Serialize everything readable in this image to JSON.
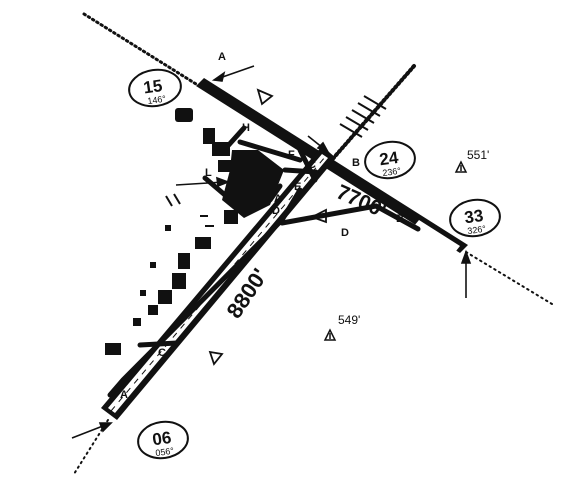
{
  "runways": {
    "main_length": "8800'",
    "cross_length": "7700'"
  },
  "runway_ends": [
    {
      "id": "15",
      "number": "15",
      "heading": "146°"
    },
    {
      "id": "24",
      "number": "24",
      "heading": "236°"
    },
    {
      "id": "33",
      "number": "33",
      "heading": "326°"
    },
    {
      "id": "06",
      "number": "06",
      "heading": "056°"
    }
  ],
  "elevations": [
    {
      "id": "ne",
      "value": "551'"
    },
    {
      "id": "center",
      "value": "549'"
    }
  ],
  "taxiways": {
    "h": "H",
    "f": "F",
    "c_upper": "C",
    "e": "E",
    "d_upper": "D",
    "d_lower": "D",
    "b": "B",
    "c_lower": "C",
    "a_top": "A",
    "a_mid": "A",
    "a_bottom": "A",
    "b_lower": "B",
    "l": "L"
  },
  "colors": {
    "ink": "#111111",
    "background": "#ffffff"
  }
}
